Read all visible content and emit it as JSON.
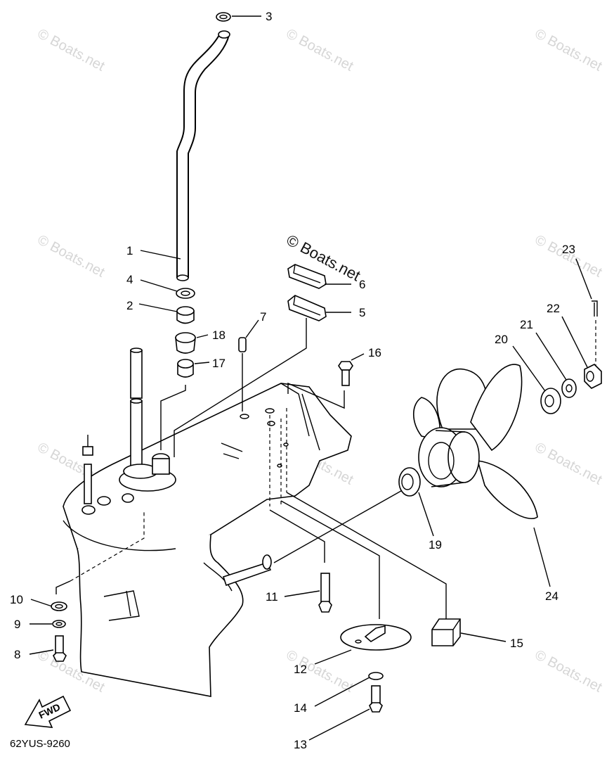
{
  "watermark": "© Boats.net",
  "diagram_code": "62YUS-9260",
  "fwd_label": "FWD",
  "callouts": [
    "1",
    "2",
    "3",
    "4",
    "5",
    "6",
    "7",
    "8",
    "9",
    "10",
    "11",
    "12",
    "13",
    "14",
    "15",
    "16",
    "17",
    "18",
    "19",
    "20",
    "21",
    "22",
    "23",
    "24"
  ]
}
